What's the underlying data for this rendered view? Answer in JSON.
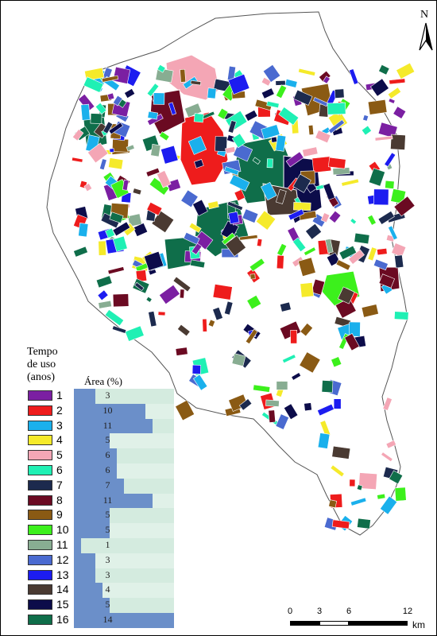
{
  "legend": {
    "title_lines": [
      "Tempo",
      "de uso",
      "(anos)"
    ],
    "area_header": "Área (%)",
    "items": [
      {
        "label": "1",
        "color": "#7b1fa2",
        "area": 3
      },
      {
        "label": "2",
        "color": "#ee1c1c",
        "area": 10
      },
      {
        "label": "3",
        "color": "#1ab0ec",
        "area": 11
      },
      {
        "label": "4",
        "color": "#f5ea2a",
        "area": 5
      },
      {
        "label": "5",
        "color": "#f4a6b5",
        "area": 6
      },
      {
        "label": "6",
        "color": "#1ff0b4",
        "area": 6
      },
      {
        "label": "7",
        "color": "#1c2a4e",
        "area": 7
      },
      {
        "label": "8",
        "color": "#6b0a22",
        "area": 11
      },
      {
        "label": "9",
        "color": "#8a5a14",
        "area": 5
      },
      {
        "label": "10",
        "color": "#3cf01c",
        "area": 5
      },
      {
        "label": "11",
        "color": "#88ad92",
        "area": 1
      },
      {
        "label": "12",
        "color": "#4a6ad0",
        "area": 3
      },
      {
        "label": "13",
        "color": "#1c1cf0",
        "area": 3
      },
      {
        "label": "14",
        "color": "#4a3a32",
        "area": 4
      },
      {
        "label": "15",
        "color": "#0c0c4a",
        "area": 5
      },
      {
        "label": "16",
        "color": "#0f6e4a",
        "area": 14
      }
    ]
  },
  "north_label": "N",
  "scale": {
    "ticks": [
      "0",
      "3",
      "6",
      "12"
    ],
    "unit": "km"
  }
}
